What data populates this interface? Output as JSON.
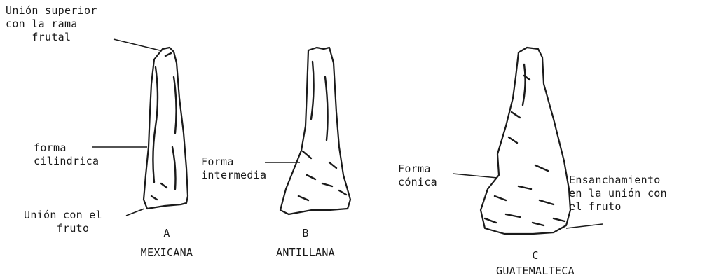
{
  "figures": [
    {
      "letter": "A",
      "name": "MEXICANA",
      "annotations": [
        "Unión superior\ncon la rama\n    frutal",
        "forma\ncilindrica",
        "Unión con el\n     fruto"
      ]
    },
    {
      "letter": "B",
      "name": "ANTILLANA",
      "annotations": [
        "Forma\nintermedia"
      ]
    },
    {
      "letter": "C",
      "name": "GUATEMALTECA",
      "annotations": [
        "Forma\ncónica",
        "Ensanchamiento\nen la unión con\nel fruto"
      ]
    }
  ]
}
